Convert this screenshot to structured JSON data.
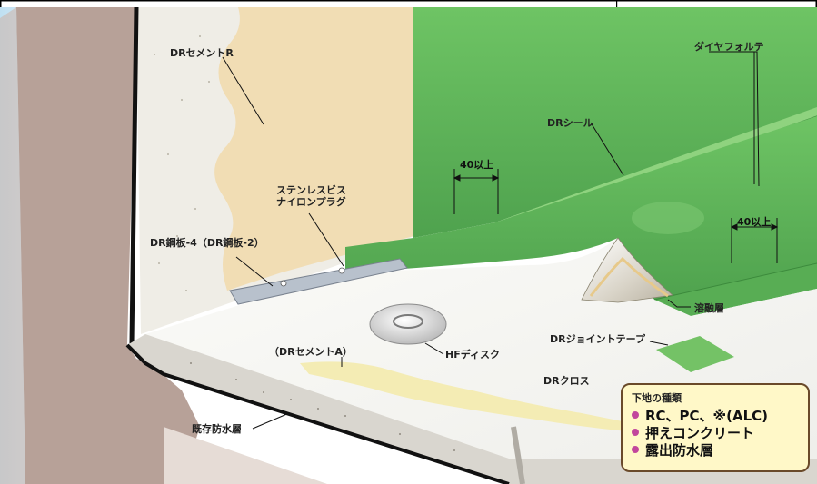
{
  "labels": {
    "dr_cement_r": "DRセメントR",
    "diaya_forte": "ダイヤフォルテ",
    "dr_seal": "DRシール",
    "stainless_screw_line1": "ステンレスビス",
    "stainless_screw_line2": "ナイロンプラグ",
    "dr_steel_plate": "DR鋼板-4（DR鋼板-2）",
    "fusion_layer": "溶融層",
    "dr_cement_a": "（DRセメントA）",
    "hf_disc": "HFディスク",
    "dr_joint_tape": "DRジョイントテープ",
    "dr_cloth": "DRクロス",
    "existing_waterproof": "既存防水層"
  },
  "dimensions": {
    "overlap_left": "40以上",
    "overlap_right": "40以上"
  },
  "legend": {
    "title": "下地の種類",
    "items": [
      "RC、PC、※(ALC)",
      "押えコンクリート",
      "露出防水層"
    ]
  },
  "colors": {
    "membrane_green": "#5fb35a",
    "wall_beige": "#f1ddb4",
    "concrete_gray": "#d9d6cf",
    "sky_blue": "#cfe7f4",
    "legend_bullet": "#c2459c",
    "legend_bg": "#fff8c8"
  }
}
